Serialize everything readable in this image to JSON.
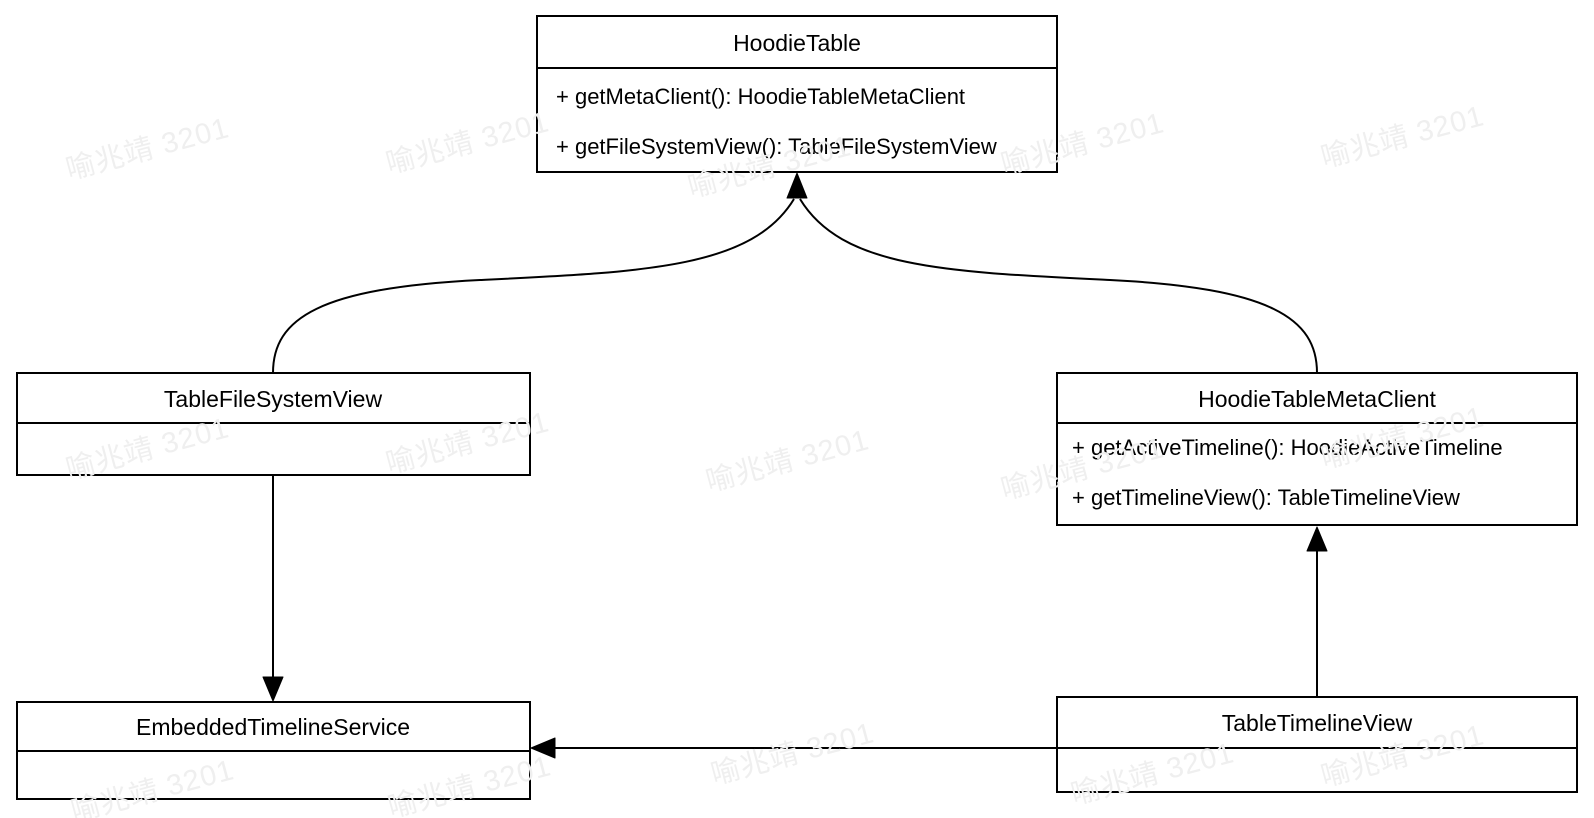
{
  "watermark": {
    "text": "喻兆靖 3201",
    "color": "#efefef"
  },
  "diagram": {
    "type": "uml-class-diagram",
    "colors": {
      "stroke": "#000000",
      "background": "#ffffff"
    },
    "classes": {
      "hoodie_table": {
        "name": "HoodieTable",
        "methods": [
          "+ getMetaClient(): HoodieTableMetaClient",
          "+ getFileSystemView(): TableFileSystemView"
        ]
      },
      "table_file_system_view": {
        "name": "TableFileSystemView",
        "methods": []
      },
      "hoodie_table_meta_client": {
        "name": "HoodieTableMetaClient",
        "methods": [
          "+ getActiveTimeline(): HoodieActiveTimeline",
          "+ getTimelineView(): TableTimelineView"
        ]
      },
      "embedded_timeline_service": {
        "name": "EmbeddedTimelineService",
        "methods": []
      },
      "table_timeline_view": {
        "name": "TableTimelineView",
        "methods": []
      }
    },
    "relations": [
      {
        "from": "TableFileSystemView",
        "to": "HoodieTable",
        "style": "curved arrow, merges into single arrowhead at bottom center of HoodieTable"
      },
      {
        "from": "HoodieTableMetaClient",
        "to": "HoodieTable",
        "style": "curved arrow, merges into single arrowhead at bottom center of HoodieTable"
      },
      {
        "from": "TableFileSystemView",
        "to": "EmbeddedTimelineService",
        "style": "straight vertical arrow pointing down"
      },
      {
        "from": "TableTimelineView",
        "to": "HoodieTableMetaClient",
        "style": "straight vertical arrow pointing up"
      },
      {
        "from": "TableTimelineView",
        "to": "EmbeddedTimelineService",
        "style": "straight horizontal arrow pointing left"
      }
    ]
  }
}
